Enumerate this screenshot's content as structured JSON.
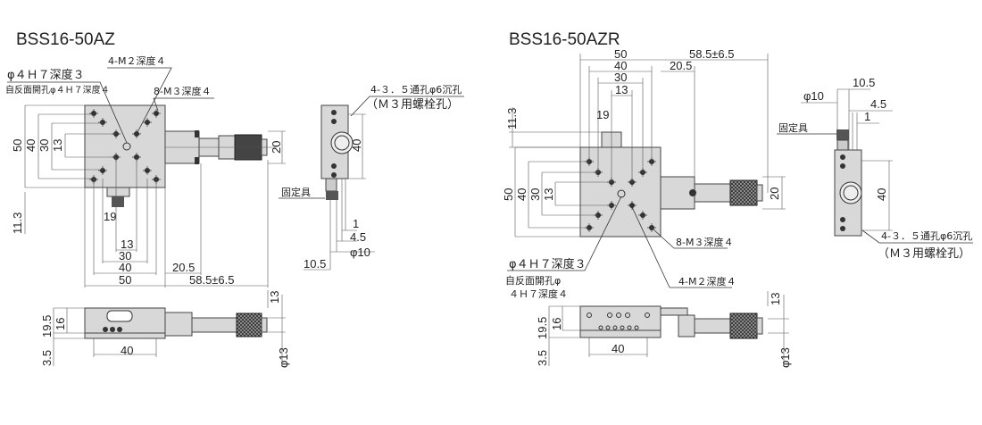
{
  "left": {
    "title": "BSS16-50AZ",
    "labels": {
      "pin_hole": "φ４Ｈ７深度３",
      "back_hole": "自反面開孔φ４Ｈ７深度４",
      "m2": "4-M２深度４",
      "m3": "8-M３深度４",
      "through_hole": "4-３．５通孔φ6沉孔",
      "bolt_hole": "（Ｍ３用螺栓孔）",
      "clamp": "固定具"
    },
    "dims": {
      "v50": "50",
      "v40": "40",
      "v30": "30",
      "v13": "13",
      "v11_3": "11.3",
      "h19": "19",
      "h13": "13",
      "h30": "30",
      "h40": "40",
      "h50": "50",
      "h20_5": "20.5",
      "h58_5": "58.5±6.5",
      "v20": "20",
      "side40": "40",
      "d1": "1",
      "d4_5": "4.5",
      "dphi10": "φ10",
      "d10_5": "10.5",
      "f19_5": "19.5",
      "f16": "16",
      "f3_5": "3.5",
      "f40": "40",
      "f13": "13",
      "fphi13": "φ13"
    }
  },
  "right": {
    "title": "BSS16-50AZR",
    "labels": {
      "pin_hole": "φ４Ｈ７深度３",
      "back_hole_1": "自反面開孔φ",
      "back_hole_2": "４Ｈ７深度４",
      "m2": "4-M２深度４",
      "m3": "8-M３深度４",
      "through_hole": "4-３．５通孔φ6沉孔",
      "bolt_hole": "（Ｍ３用螺栓孔）",
      "clamp": "固定具"
    },
    "dims": {
      "h50": "50",
      "h40": "40",
      "h30": "30",
      "h13": "13",
      "h20_5": "20.5",
      "h58_5": "58.5±6.5",
      "v11_3": "11.3",
      "h19": "19",
      "v50": "50",
      "v40": "40",
      "v30": "30",
      "v13": "13",
      "v20": "20",
      "dphi10": "φ10",
      "d10_5": "10.5",
      "d4_5": "4.5",
      "d1": "1",
      "side40": "40",
      "f19_5": "19.5",
      "f16": "16",
      "f3_5": "3.5",
      "f40": "40",
      "f13": "13",
      "fphi13": "φ13"
    }
  }
}
